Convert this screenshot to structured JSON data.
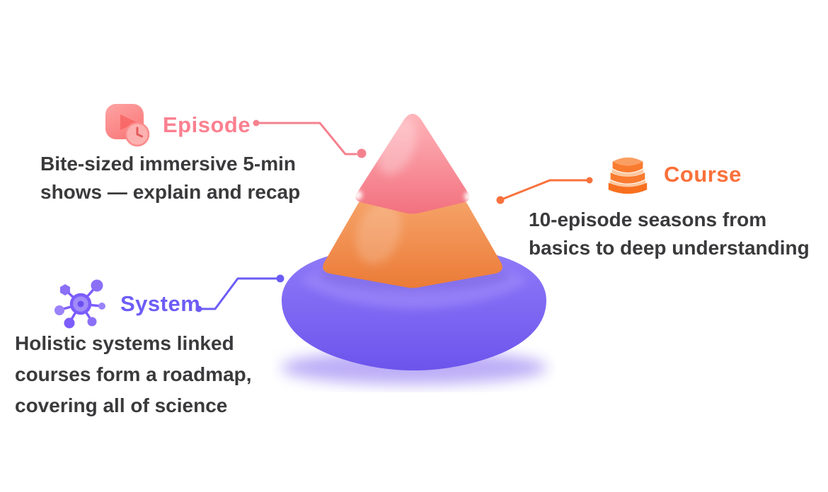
{
  "diagram": {
    "type": "pyramid-hierarchy",
    "background": "#ffffff",
    "text_color": "#3A3A3C"
  },
  "annotations": [
    {
      "id": "episode",
      "label": "Episode",
      "icon": "episode-video-clock-icon",
      "accent": "#FB8090",
      "connector_color": "#F4828E",
      "lines": [
        "Bite-sized immersive 5-min",
        "shows — explain and recap"
      ]
    },
    {
      "id": "course",
      "label": "Course",
      "icon": "stacked-books-icon",
      "accent": "#F9703A",
      "connector_color": "#F9713C",
      "lines": [
        "10-episode seasons from",
        "basics to deep understanding"
      ]
    },
    {
      "id": "system",
      "label": "System",
      "icon": "network-molecule-icon",
      "accent": "#6C5CF6",
      "connector_color": "#6C5CF6",
      "lines": [
        "Holistic systems linked",
        "courses form a roadmap,",
        "covering all of science"
      ]
    }
  ],
  "pyramid": {
    "levels": [
      {
        "name": "Episode",
        "position": "top",
        "color": "#F4737F"
      },
      {
        "name": "Course",
        "position": "middle",
        "color": "#EE7E3C"
      },
      {
        "name": "System",
        "position": "bottom",
        "color": "#7560F0"
      }
    ]
  }
}
